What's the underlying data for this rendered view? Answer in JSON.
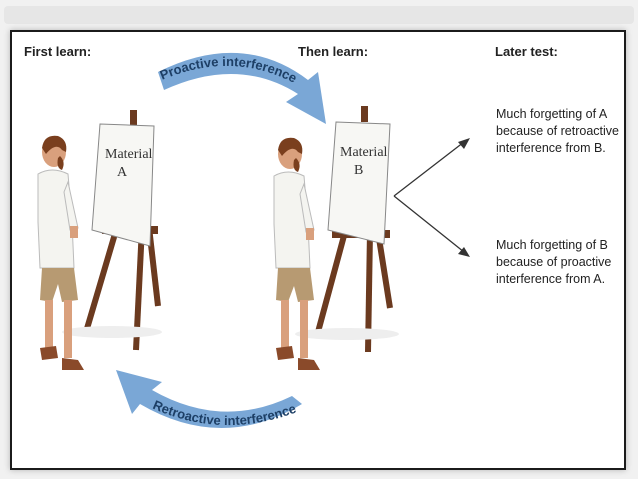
{
  "columns": {
    "first": "First learn:",
    "then": "Then learn:",
    "later": "Later test:"
  },
  "easels": {
    "a": {
      "line1": "Material",
      "line2": "A"
    },
    "b": {
      "line1": "Material",
      "line2": "B"
    }
  },
  "arrows": {
    "proactive": "Proactive interference",
    "retroactive": "Retroactive interference"
  },
  "results": {
    "top": [
      "Much forgetting of A",
      "because of retroactive",
      "interference from B."
    ],
    "bottom": [
      "Much forgetting of B",
      "because of proactive",
      "interference from A."
    ]
  },
  "colors": {
    "arrow_blue": "#7aa7d6",
    "wood": "#6b3a1f",
    "shirt": "#f4f4f0",
    "shorts": "#b79a72",
    "skin": "#d9a07d",
    "hair": "#7a3f1e"
  }
}
